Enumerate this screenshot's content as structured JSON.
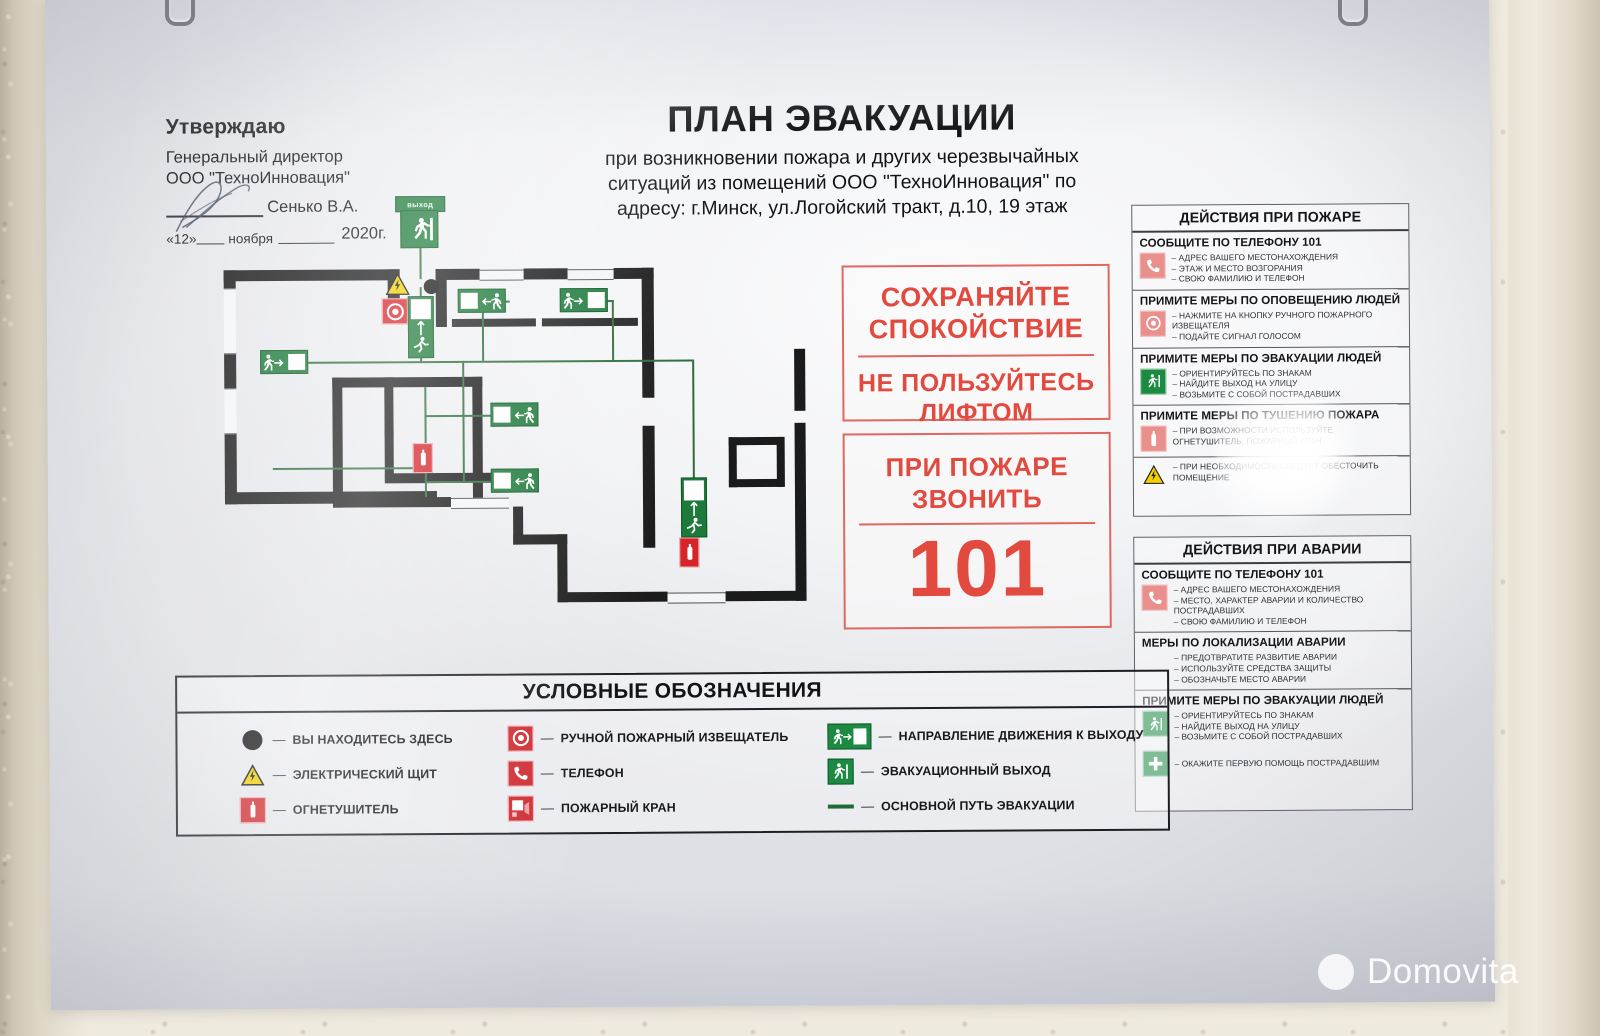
{
  "watermark": {
    "text": "Domovita",
    "logo_icon": "circle-bubble-icon"
  },
  "approval": {
    "heading": "Утверждаю",
    "line1": "Генеральный директор",
    "line2": "ООО \"ТехноИнновация\"",
    "signer_name": "Сенько В.А.",
    "day": "«12»",
    "month": "ноября",
    "year": "2020г."
  },
  "title": {
    "main": "ПЛАН ЭВАКУАЦИИ",
    "sub_line1": "при возникновении пожара и других черезвычайных",
    "sub_line2": "ситуаций из помещений ООО \"ТехноИнновация\" по",
    "sub_line3": "адресу: г.Минск, ул.Логойский тракт, д.10, 19 этаж"
  },
  "callouts": {
    "calm": {
      "line1": "СОХРАНЯЙТЕ",
      "line2": "СПОКОЙСТВИЕ",
      "line3": "НЕ ПОЛЬЗУЙТЕСЬ",
      "line4": "ЛИФТОМ"
    },
    "phone": {
      "line1": "ПРИ ПОЖАРЕ",
      "line2": "ЗВОНИТЬ",
      "number": "101"
    }
  },
  "plan": {
    "exit_label": "выход"
  },
  "fire_panel": {
    "title": "ДЕЙСТВИЯ ПРИ ПОЖАРЕ",
    "sections": [
      {
        "heading": "СООБЩИТЕ ПО ТЕЛЕФОНУ 101",
        "icon": "telephone-icon",
        "bullets": [
          "– АДРЕС ВАШЕГО МЕСТОНАХОЖДЕНИЯ",
          "– ЭТАЖ И МЕСТО ВОЗГОРАНИЯ",
          "– СВОЮ ФАМИЛИЮ И ТЕЛЕФОН"
        ]
      },
      {
        "heading": "ПРИМИТЕ МЕРЫ ПО ОПОВЕЩЕНИЮ ЛЮДЕЙ",
        "icon": "manual-call-point-icon",
        "bullets": [
          "– НАЖМИТЕ НА КНОПКУ РУЧНОГО ПОЖАРНОГО",
          "   ИЗВЕЩАТЕЛЯ",
          "– ПОДАЙТЕ СИГНАЛ ГОЛОСОМ"
        ]
      },
      {
        "heading": "ПРИМИТЕ МЕРЫ ПО ЭВАКУАЦИИ ЛЮДЕЙ",
        "icon": "running-man-exit-icon",
        "bullets": [
          "– ОРИЕНТИРУЙТЕСЬ ПО ЗНАКАМ",
          "– НАЙДИТЕ ВЫХОД НА УЛИЦУ",
          "– ВОЗЬМИТЕ С СОБОЙ ПОСТРАДАВШИХ"
        ]
      },
      {
        "heading": "ПРИМИТЕ МЕРЫ ПО ТУШЕНИЮ ПОЖАРА",
        "icon": "fire-extinguisher-icon",
        "bullets": [
          "– ПРИ ВОЗМОЖНОСТИ ИСПОЛЬЗУЙТЕ",
          "   ОГНЕТУШИТЕЛЬ, ПОЖАРНЫЙ КРАН"
        ]
      },
      {
        "heading": "",
        "icon": "electric-hazard-icon",
        "bullets": [
          "– ПРИ НЕОБХОДИМОСТИ СЛЕДУЕТ ОБЕСТОЧИТЬ",
          "   ПОМЕЩЕНИЕ"
        ]
      }
    ]
  },
  "accident_panel": {
    "title": "ДЕЙСТВИЯ ПРИ АВАРИИ",
    "sections": [
      {
        "heading": "СООБЩИТЕ ПО ТЕЛЕФОНУ 101",
        "icon": "telephone-icon",
        "bullets": [
          "– АДРЕС ВАШЕГО МЕСТОНАХОЖДЕНИЯ",
          "– МЕСТО, ХАРАКТЕР АВАРИИ И КОЛИЧЕСТВО",
          "   ПОСТРАДАВШИХ",
          "– СВОЮ ФАМИЛИЮ И ТЕЛЕФОН"
        ]
      },
      {
        "heading": "МЕРЫ ПО ЛОКАЛИЗАЦИИ АВАРИИ",
        "icon": "none",
        "bullets": [
          "– ПРЕДОТВРАТИТЕ РАЗВИТИЕ АВАРИИ",
          "– ИСПОЛЬЗУЙТЕ СРЕДСТВА ЗАЩИТЫ",
          "– ОБОЗНАЧЬТЕ МЕСТО АВАРИИ"
        ]
      },
      {
        "heading": "ПРИМИТЕ МЕРЫ ПО ЭВАКУАЦИИ ЛЮДЕЙ",
        "icon": "running-man-exit-icon",
        "bullets": [
          "– ОРИЕНТИРУЙТЕСЬ ПО ЗНАКАМ",
          "– НАЙДИТЕ ВЫХОД НА УЛИЦУ",
          "– ВОЗЬМИТЕ С СОБОЙ ПОСТРАДАВШИХ"
        ]
      },
      {
        "heading": "",
        "icon": "first-aid-icon",
        "bullets": [
          "– ОКАЖИТЕ ПЕРВУЮ ПОМОЩЬ ПОСТРАДАВШИМ"
        ]
      }
    ]
  },
  "legend": {
    "title": "УСЛОВНЫЕ ОБОЗНАЧЕНИЯ",
    "columns": [
      [
        {
          "icon": "you-are-here-dot-icon",
          "dash": "—",
          "label": "ВЫ НАХОДИТЕСЬ ЗДЕСЬ"
        },
        {
          "icon": "electric-panel-icon",
          "dash": "—",
          "label": "ЭЛЕКТРИЧЕСКИЙ ЩИТ"
        },
        {
          "icon": "fire-extinguisher-icon",
          "dash": "—",
          "label": "ОГНЕТУШИТЕЛЬ"
        }
      ],
      [
        {
          "icon": "manual-call-point-icon",
          "dash": "—",
          "label": "РУЧНОЙ ПОЖАРНЫЙ ИЗВЕЩАТЕЛЬ"
        },
        {
          "icon": "telephone-icon",
          "dash": "—",
          "label": "ТЕЛЕФОН"
        },
        {
          "icon": "fire-hydrant-icon",
          "dash": "—",
          "label": "ПОЖАРНЫЙ КРАН"
        }
      ],
      [
        {
          "icon": "exit-direction-icon",
          "dash": "—",
          "label": "НАПРАВЛЕНИЕ ДВИЖЕНИЯ К ВЫХОДУ"
        },
        {
          "icon": "emergency-exit-icon",
          "dash": "—",
          "label": "ЭВАКУАЦИОННЫЙ ВЫХОД"
        },
        {
          "icon": "main-route-line-icon",
          "dash": "—",
          "label": "ОСНОВНОЙ ПУТЬ ЭВАКУАЦИИ"
        }
      ]
    ]
  },
  "colors": {
    "green": "#1d7a3a",
    "red": "#d5252b",
    "callout_red": "#e24a3f",
    "yellow": "#f2d000",
    "wall_dark": "#1b1b1b"
  }
}
